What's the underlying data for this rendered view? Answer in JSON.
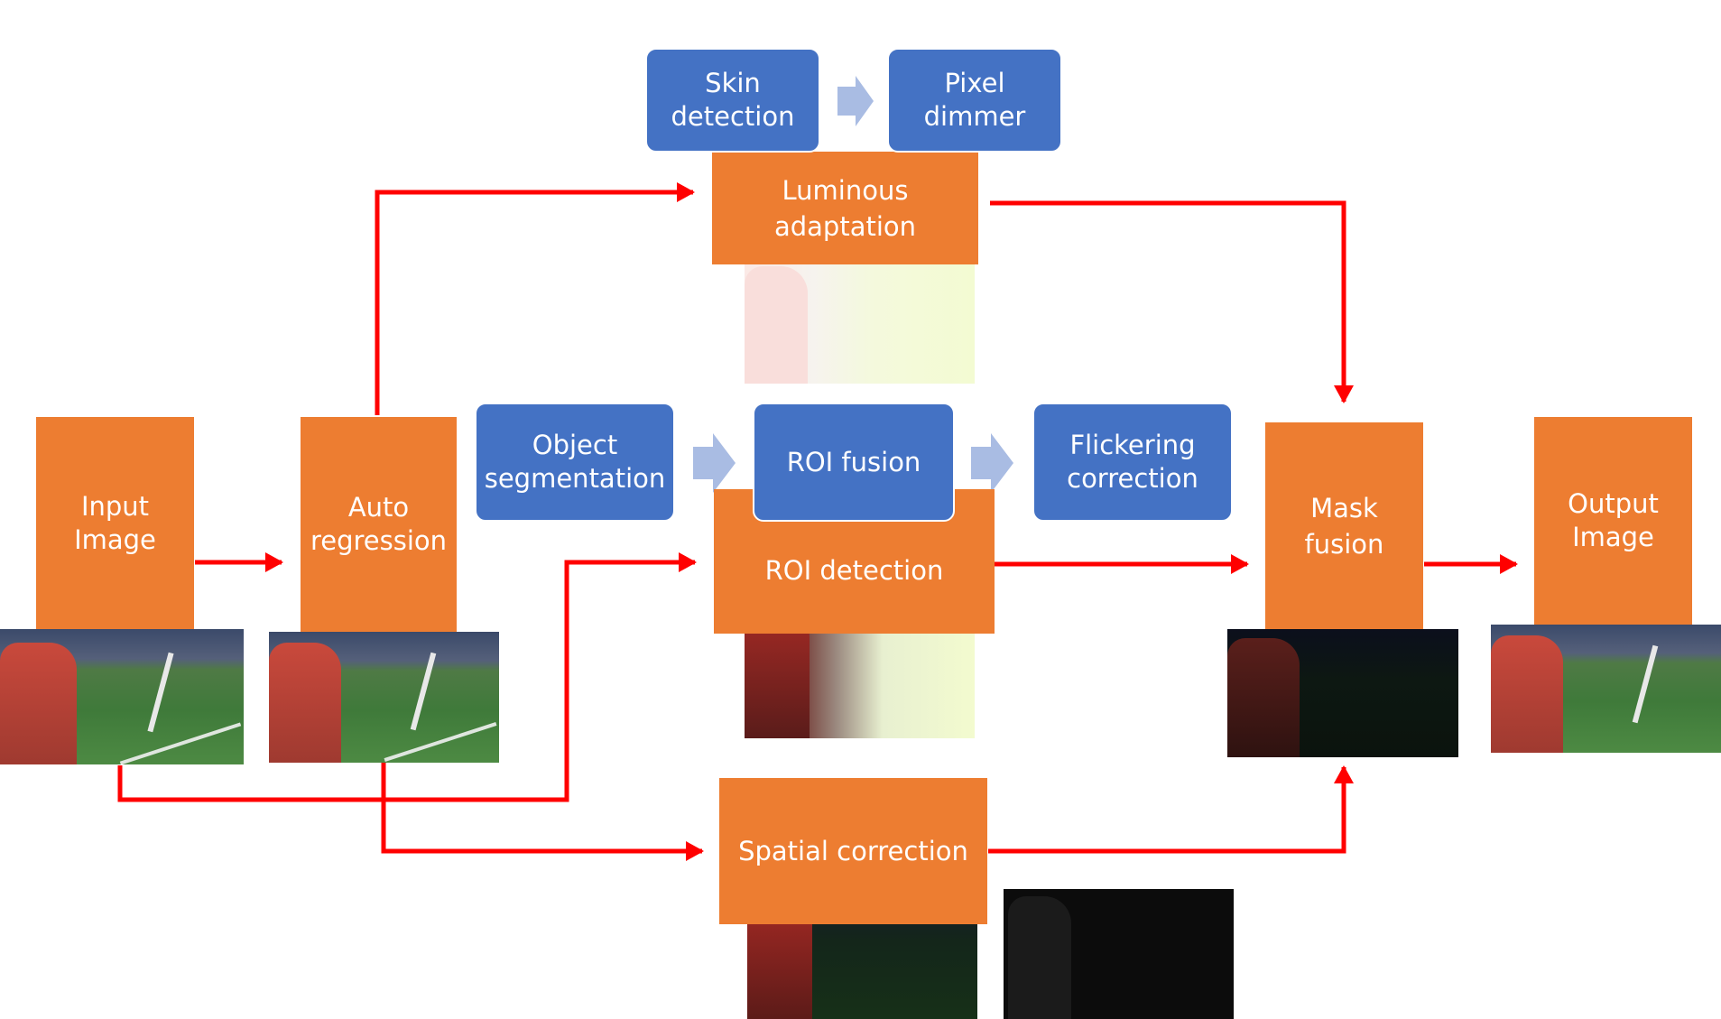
{
  "colors": {
    "process_box": "#ED7D31",
    "module_box": "#4472C4",
    "connector": "#FF0000",
    "step_arrow": "#A9BCE3"
  },
  "nodes": {
    "input_image": "Input\nImage",
    "auto_regression": "Auto\nregression",
    "luminous_adaptation": "Luminous\nadaptation",
    "skin_detection": "Skin\ndetection",
    "pixel_dimmer": "Pixel\ndimmer",
    "object_segmentation": "Object\nsegmentation",
    "roi_fusion": "ROI fusion",
    "flickering_correction": "Flickering\ncorrection",
    "roi_detection": "ROI detection",
    "mask_fusion": "Mask\nfusion",
    "output_image": "Output\nImage",
    "spatial_correction": "Spatial correction"
  }
}
